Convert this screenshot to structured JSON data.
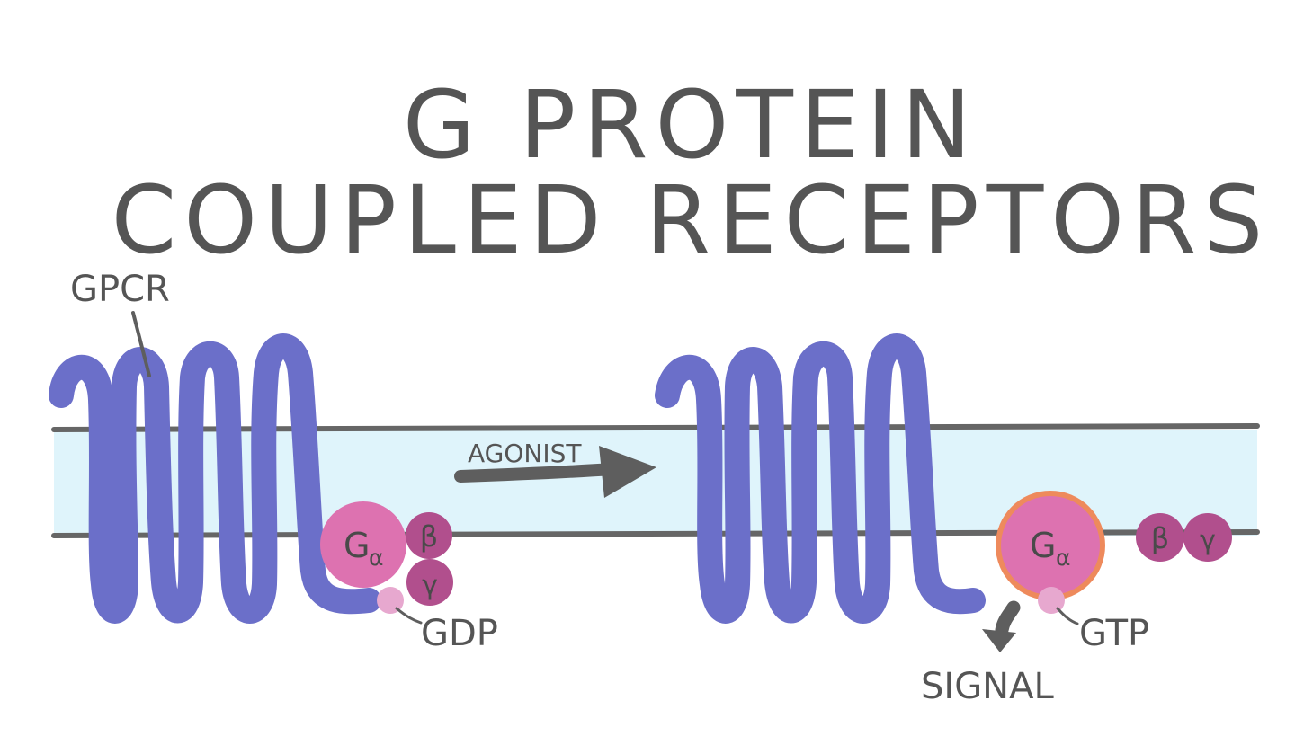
{
  "title": {
    "line1": "G PROTEIN",
    "line2": "COUPLED RECEPTORS"
  },
  "labels": {
    "gpcr": "GPCR",
    "agonist": "AGONIST",
    "gdp": "GDP",
    "gtp": "GTP",
    "signal": "SIGNAL"
  },
  "subunits": {
    "g_alpha_main": "G",
    "g_alpha_sub": "α",
    "beta": "β",
    "gamma": "γ"
  },
  "colors": {
    "receptor": "#6b6fc9",
    "membrane_fill": "#dff4fb",
    "membrane_line": "#666666",
    "g_alpha": "#dd72b0",
    "beta_gamma": "#b14f8d",
    "nucleotide": "#e7a8cf",
    "gtp_ring": "#ee8a5c",
    "arrow": "#5e5e5e",
    "text": "#555555"
  }
}
